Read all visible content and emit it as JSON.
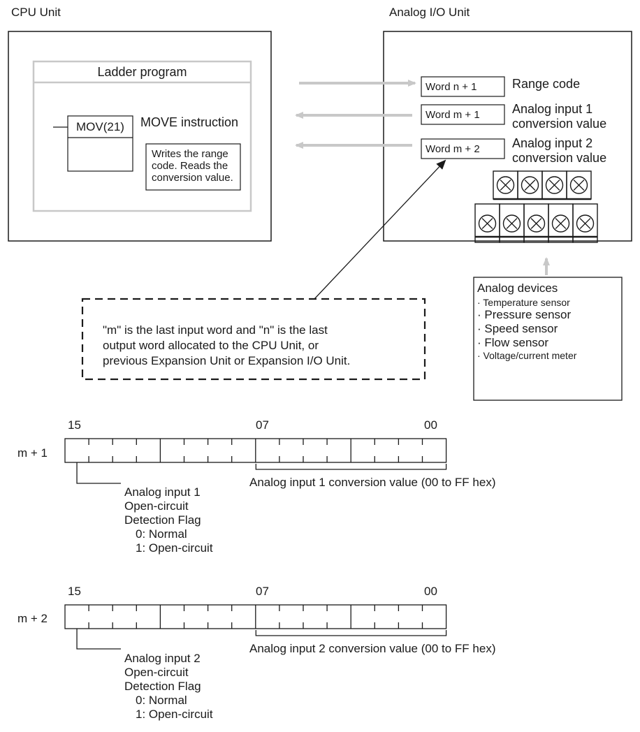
{
  "cpu_unit": {
    "title": "CPU Unit",
    "ladder_title": "Ladder program",
    "instruction": "MOV(21)",
    "instruction_desc": "MOVE instruction",
    "note": [
      "Writes the range",
      "code. Reads the",
      "conversion value."
    ]
  },
  "analog_unit": {
    "title": "Analog I/O Unit",
    "words": [
      {
        "word": "Word n + 1",
        "desc": [
          "Range code"
        ]
      },
      {
        "word": "Word m + 1",
        "desc": [
          "Analog input 1",
          "conversion value"
        ]
      },
      {
        "word": "Word m + 2",
        "desc": [
          "Analog input 2",
          "conversion value"
        ]
      }
    ]
  },
  "callout": [
    "\"m\" is the last input word and \"n\" is the last",
    "output word allocated to the CPU Unit, or",
    "previous Expansion Unit or Expansion I/O Unit."
  ],
  "devices": {
    "title": "Analog devices",
    "items": [
      "· Temperature sensor",
      "· Pressure sensor",
      "· Speed sensor",
      "· Flow sensor",
      "· Voltage/current meter"
    ]
  },
  "registers": [
    {
      "word": "m + 1",
      "bit_high": "15",
      "bit_mid": "07",
      "bit_low": "00",
      "flag": [
        "Analog input 1",
        "Open-circuit",
        "Detection Flag",
        "0: Normal",
        "1: Open-circuit"
      ],
      "value_label": "Analog input 1 conversion value (00 to FF hex)"
    },
    {
      "word": "m + 2",
      "bit_high": "15",
      "bit_mid": "07",
      "bit_low": "00",
      "flag": [
        "Analog input 2",
        "Open-circuit",
        "Detection Flag",
        "0: Normal",
        "1: Open-circuit"
      ],
      "value_label": "Analog input 2 conversion value (00 to FF hex)"
    }
  ]
}
